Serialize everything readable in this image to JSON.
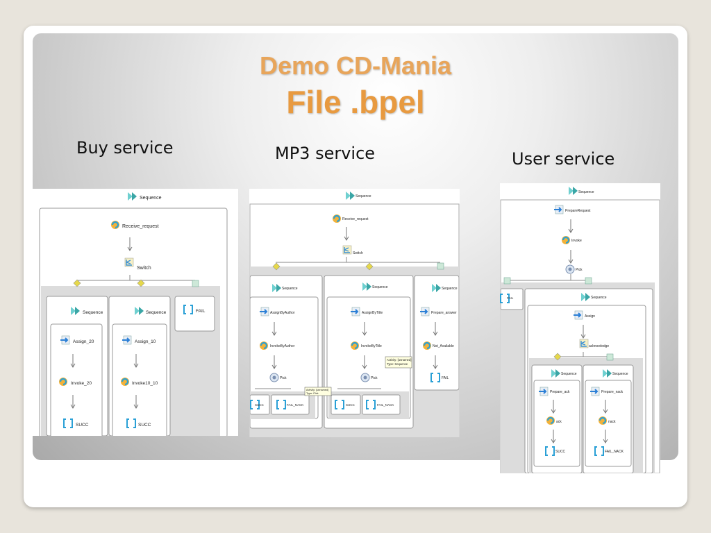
{
  "title": {
    "line1": "Demo CD-Mania",
    "line2": "File .bpel"
  },
  "captions": {
    "buy": "Buy service",
    "mp3": "MP3 service",
    "user": "User service"
  },
  "buy": {
    "sequence": "Sequence",
    "receive": "Receive_request",
    "switch": "Switch",
    "seq_a": "Sequence",
    "seq_b": "Sequence",
    "assign_a": "Assign_20",
    "assign_b": "Assign_10",
    "invoke_a": "Invoke_20",
    "invoke_b": "Invoke10_10",
    "succ_a": "SUCC",
    "succ_b": "SUCC",
    "fail": "FAIL"
  },
  "mp3": {
    "sequence": "Sequence",
    "receive": "Receive_request",
    "switch": "Switch",
    "seq_a": "Sequence",
    "seq_b": "Sequence",
    "seq_c": "Sequence",
    "assign_a": "AssignByAuthor",
    "assign_b": "AssignByTitle",
    "prepare": "Prepare_answer",
    "invoke_a": "InvokeByAuthor",
    "invoke_b": "InvokeByTitle",
    "not_available": "Not_Available",
    "pick_a": "Pick",
    "pick_b": "Pick",
    "succ_a": "SUCC",
    "fail_nack_a": "FAIL_NACK",
    "succ_b": "SUCC",
    "fail_nack_b": "FAIL_NACK",
    "fail": "FAIL",
    "tooltip_a": [
      "Activity: [unnamed]",
      "Type: Pick"
    ],
    "tooltip_b": [
      "Activity: [unnamed]",
      "Type: Sequence"
    ]
  },
  "user": {
    "sequence": "Sequence",
    "prepare_request": "PrepareRequest",
    "invoke": "Invoke",
    "pick": "Pick",
    "fail": "FAIL",
    "seq_outer": "Sequence",
    "assign": "Assign",
    "acknowledge": "acknowledge",
    "seq_a": "Sequence",
    "seq_b": "Sequence",
    "prepare_ack": "Prepare_ack",
    "prepare_nack": "Prepare_nack",
    "ack": "ack",
    "nack": "nack",
    "succ": "SUCC",
    "fail_nack": "FAIL_NACK"
  },
  "colors": {
    "title": "#e8a55a",
    "seq_icon": "#4fc3c3",
    "assign_icon": "#2a7fd6",
    "bracket": "#2aa0d6"
  }
}
